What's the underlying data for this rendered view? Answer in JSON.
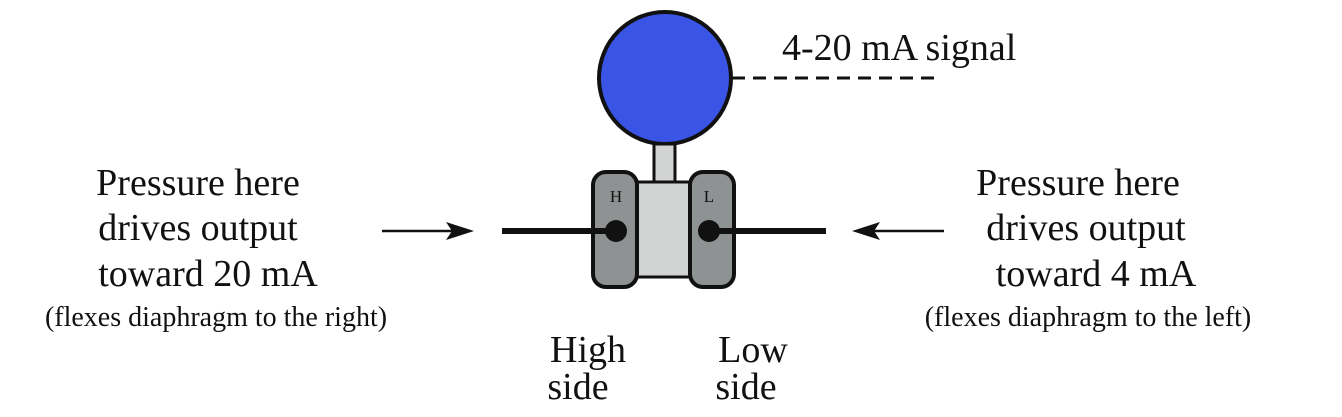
{
  "signal_label": "4-20 mA signal",
  "high_port_letter": "H",
  "low_port_letter": "L",
  "left_note": {
    "line1": "Pressure here",
    "line2": "drives output",
    "line3": "toward 20 mA",
    "detail": "(flexes diaphragm to the right)"
  },
  "right_note": {
    "line1": "Pressure here",
    "line2": "drives output",
    "line3": "toward 4 mA",
    "detail": "(flexes diaphragm to the left)"
  },
  "high_side_label": {
    "line1": "High",
    "line2": "side"
  },
  "low_side_label": {
    "line1": "Low",
    "line2": "side"
  },
  "colors": {
    "transmitter_head": "#3a55e6",
    "body_light_gray": "#d2d4d4",
    "flange_dark_gray": "#8e9292",
    "outline": "#111111"
  }
}
